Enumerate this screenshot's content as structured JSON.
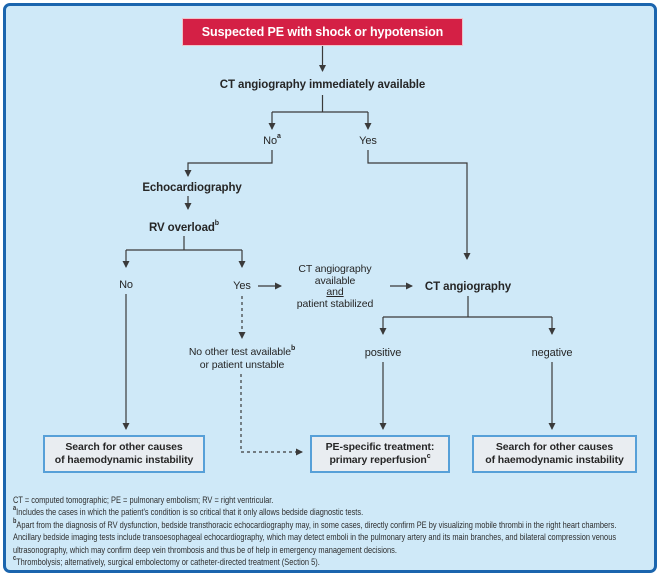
{
  "colors": {
    "background": "#cfe9f8",
    "panel_border": "#1b65ae",
    "title_bg": "#d42045",
    "title_text": "#ffffff",
    "outcome_fill": "#e9edf1",
    "outcome_border": "#57a0d8",
    "connector_line": "#3a3a3a",
    "text": "#262626"
  },
  "flowchart": {
    "title": "Suspected PE with shock or hypotension",
    "ct_available": "CT angiography immediately available",
    "no_a": {
      "text": "No",
      "sup": "a"
    },
    "yes_top": "Yes",
    "echo": "Echocardiography",
    "rv_overload": {
      "text": "RV overload",
      "sup": "b"
    },
    "no_left": "No",
    "yes_mid": "Yes",
    "ct_stab": {
      "line1": "CT angiography",
      "line2": "available",
      "line3": "and",
      "line4": "patient stabilized"
    },
    "ct_angiography": "CT angiography",
    "no_other_test": {
      "line1": "No other test available",
      "sup": "b",
      "line2": "or patient unstable"
    },
    "positive": "positive",
    "negative": "negative",
    "box_left": {
      "line1": "Search for other causes",
      "line2": "of haemodynamic instability"
    },
    "box_middle": {
      "line1": "PE-specific treatment:",
      "line2": "primary reperfusion",
      "sup": "c"
    },
    "box_right": {
      "line1": "Search for other causes",
      "line2": "of haemodynamic instability"
    }
  },
  "footnotes": {
    "abbreviations": "CT = computed tomographic; PE = pulmonary embolism; RV = right ventricular.",
    "a_sup": "a",
    "a_text": "Includes the cases in which the patient's condition is so critical that it only allows bedside diagnostic tests.",
    "b_sup": "b",
    "b_text": "Apart from the diagnosis of RV dysfunction, bedside transthoracic echocardiography may, in some cases, directly confirm PE by visualizing mobile thrombi in the right heart chambers. Ancillary bedside imaging tests include transoesophageal echocardiography, which may detect emboli in the pulmonary artery and its main branches, and bilateral compression venous ultrasonography, which may confirm deep vein thrombosis and thus be of help in emergency management decisions.",
    "c_sup": "c",
    "c_text": "Thrombolysis; alternatively, surgical embolectomy or catheter-directed treatment (Section 5)."
  }
}
